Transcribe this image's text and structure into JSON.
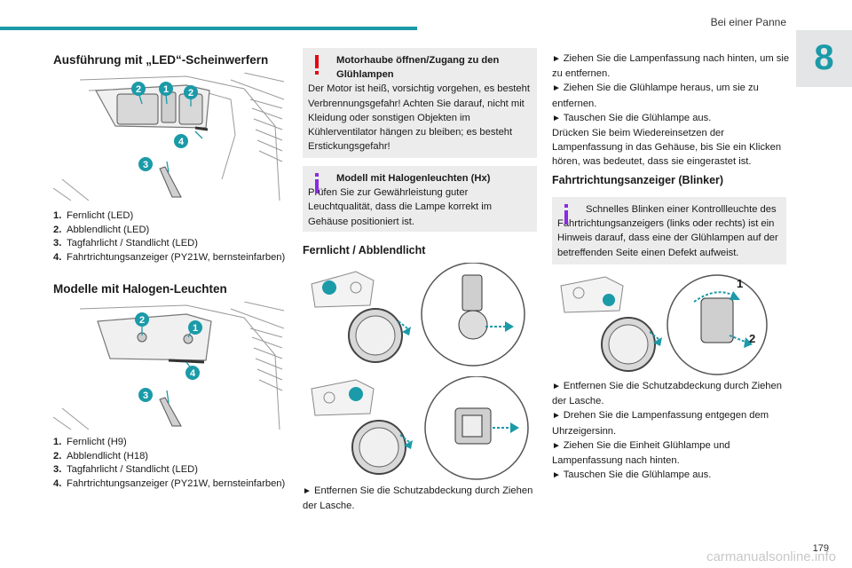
{
  "header": {
    "section_title": "Bei einer Panne",
    "chapter": "8"
  },
  "col1": {
    "led_title": "Ausführung mit „LED“-Scheinwerfern",
    "led_items": [
      {
        "num": "1.",
        "text": "Fernlicht (LED)"
      },
      {
        "num": "2.",
        "text": "Abblendlicht (LED)"
      },
      {
        "num": "3.",
        "text": "Tagfahrlicht / Standlicht (LED)"
      },
      {
        "num": "4.",
        "text": "Fahrtrichtungsanzeiger (PY21W, bernsteinfarben)"
      }
    ],
    "halogen_title": "Modelle mit Halogen-Leuchten",
    "halogen_items": [
      {
        "num": "1.",
        "text": "Fernlicht (H9)"
      },
      {
        "num": "2.",
        "text": "Abblendlicht (H18)"
      },
      {
        "num": "3.",
        "text": "Tagfahrlicht / Standlicht (LED)"
      },
      {
        "num": "4.",
        "text": "Fahrtrichtungsanzeiger (PY21W, bernsteinfarben)"
      }
    ],
    "callouts": [
      "1",
      "2",
      "3",
      "4"
    ]
  },
  "col2": {
    "warning": {
      "head": "Motorhaube öffnen/Zugang zu den Glühlampen",
      "body": "Der Motor ist heiß, vorsichtig vorgehen, es besteht Verbrennungsgefahr! Achten Sie darauf, nicht mit Kleidung oder sonstigen Objekten im Kühlerventilator hängen zu bleiben; es besteht Erstickungsgefahr!"
    },
    "info": {
      "head": "Modell mit Halogenleuchten (Hx)",
      "body": "Prüfen Sie zur Gewährleistung guter Leuchtqualität, dass die Lampe korrekt im Gehäuse positioniert ist."
    },
    "section_title": "Fernlicht / Abblendlicht",
    "step": "Entfernen Sie die Schutzabdeckung durch Ziehen der Lasche."
  },
  "col3": {
    "steps_top": [
      "Ziehen Sie die Lampenfassung nach hinten, um sie zu entfernen.",
      "Ziehen Sie die Glühlampe heraus, um sie zu entfernen.",
      "Tauschen Sie die Glühlampe aus."
    ],
    "note": "Drücken Sie beim Wiedereinsetzen der Lampenfassung in das Gehäuse, bis Sie ein Klicken hören, was bedeutet, dass sie eingerastet ist.",
    "section_title": "Fahrtrichtungsanzeiger (Blinker)",
    "info": "Schnelles Blinken einer Kontrollleuchte des Fahrtrichtungsanzeigers (links oder rechts) ist ein Hinweis darauf, dass eine der Glühlampen auf der betreffenden Seite einen Defekt aufweist.",
    "figure_labels": [
      "1",
      "2"
    ],
    "steps_bottom": [
      "Entfernen Sie die Schutzabdeckung durch Ziehen der Lasche.",
      "Drehen Sie die Lampenfassung entgegen dem Uhrzeigersinn.",
      "Ziehen Sie die Einheit Glühlampe und Lampenfassung nach hinten.",
      "Tauschen Sie die Glühlampe aus."
    ]
  },
  "footer": {
    "page": "179",
    "watermark": "carmanualsonline.info"
  },
  "colors": {
    "accent": "#1b9aa8",
    "warning": "#e30613",
    "info": "#8a2be2",
    "callout": "#1b9aa8"
  }
}
